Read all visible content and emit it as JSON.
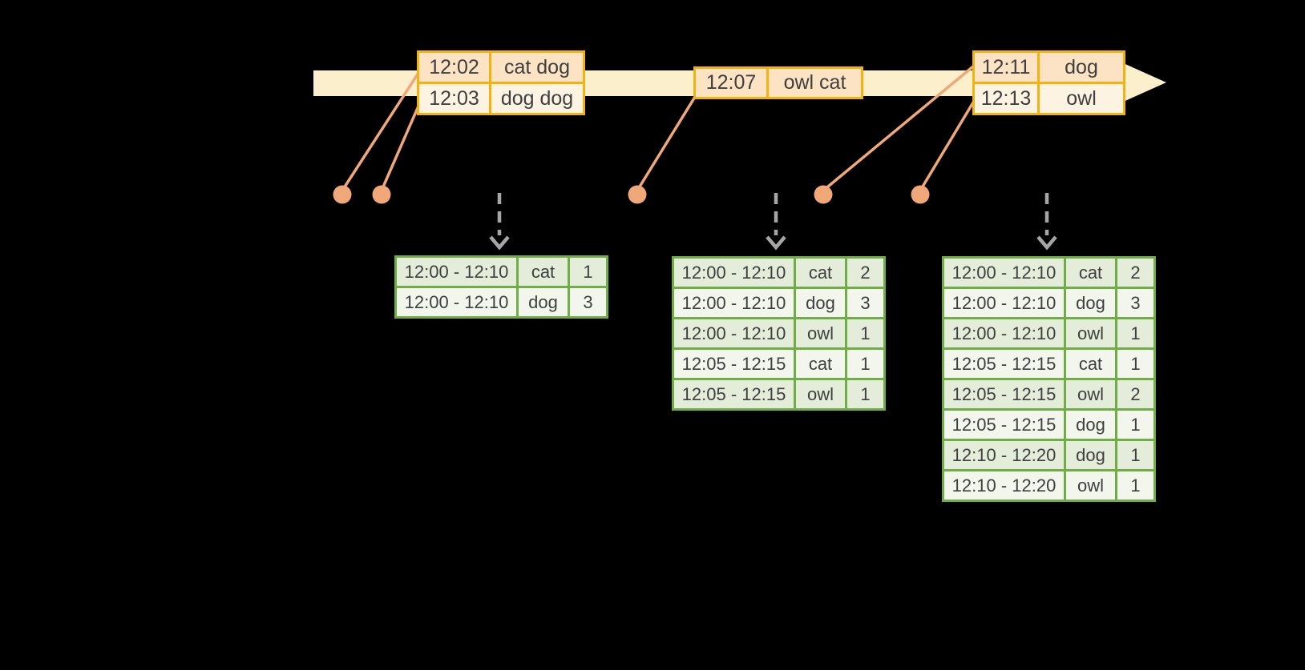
{
  "colors": {
    "background": "#000000",
    "timeline_band": "#FCF0CC",
    "event_table_border": "#F2B20F",
    "event_row_peach": "#FBE3C3",
    "event_row_cream": "#FDF3E2",
    "connector_salmon": "#F0A878",
    "result_table_border": "#70AD47",
    "result_row_dark": "#E3EDD9",
    "result_row_light": "#F2F6EC",
    "trigger_arrow_gray": "#A6A6A6",
    "text": "#3F3F3F"
  },
  "event_tables": [
    {
      "rows": [
        {
          "time": "12:02",
          "words": "cat dog"
        },
        {
          "time": "12:03",
          "words": "dog dog"
        }
      ]
    },
    {
      "rows": [
        {
          "time": "12:07",
          "words": "owl cat"
        }
      ]
    },
    {
      "rows": [
        {
          "time": "12:11",
          "words": "dog"
        },
        {
          "time": "12:13",
          "words": "owl"
        }
      ]
    }
  ],
  "result_tables": [
    {
      "rows": [
        {
          "window": "12:00 - 12:10",
          "word": "cat",
          "count": "1"
        },
        {
          "window": "12:00 - 12:10",
          "word": "dog",
          "count": "3"
        }
      ]
    },
    {
      "rows": [
        {
          "window": "12:00 - 12:10",
          "word": "cat",
          "count": "2"
        },
        {
          "window": "12:00 - 12:10",
          "word": "dog",
          "count": "3"
        },
        {
          "window": "12:00 - 12:10",
          "word": "owl",
          "count": "1"
        },
        {
          "window": "12:05 - 12:15",
          "word": "cat",
          "count": "1"
        },
        {
          "window": "12:05 - 12:15",
          "word": "owl",
          "count": "1"
        }
      ]
    },
    {
      "rows": [
        {
          "window": "12:00 - 12:10",
          "word": "cat",
          "count": "2"
        },
        {
          "window": "12:00 - 12:10",
          "word": "dog",
          "count": "3"
        },
        {
          "window": "12:00 - 12:10",
          "word": "owl",
          "count": "1"
        },
        {
          "window": "12:05 - 12:15",
          "word": "cat",
          "count": "1"
        },
        {
          "window": "12:05 - 12:15",
          "word": "owl",
          "count": "2"
        },
        {
          "window": "12:05 - 12:15",
          "word": "dog",
          "count": "1"
        },
        {
          "window": "12:10 - 12:20",
          "word": "dog",
          "count": "1"
        },
        {
          "window": "12:10 - 12:20",
          "word": "owl",
          "count": "1"
        }
      ]
    }
  ]
}
